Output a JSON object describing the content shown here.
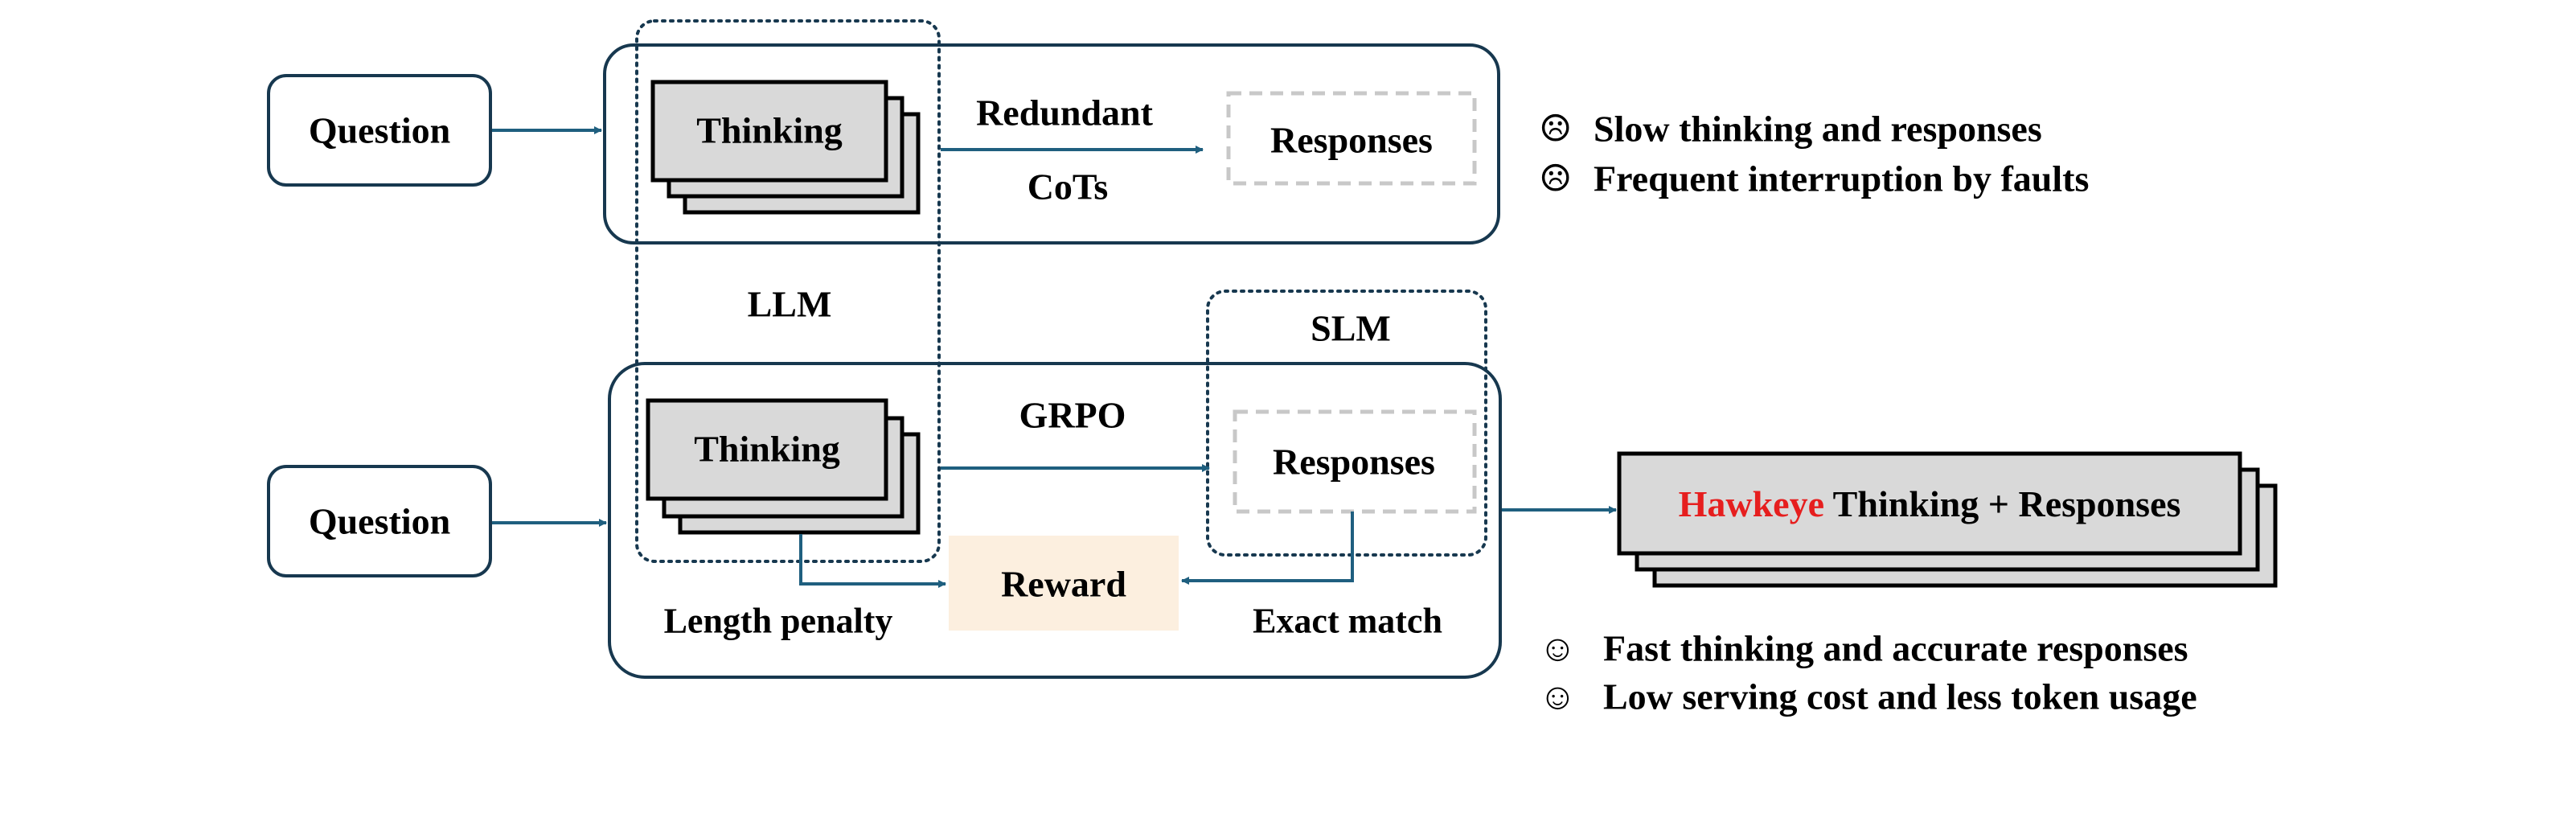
{
  "colors": {
    "arrow": "#1f5f7f",
    "box_border": "#17384f",
    "thinking_fill": "#d9d9d9",
    "reward_fill": "#fcefdf",
    "dashed_border": "#c8c8c8",
    "highlight_red": "#e61e1e"
  },
  "top_row": {
    "question": "Question",
    "thinking": "Thinking",
    "edge_label_line1": "Redundant",
    "edge_label_line2": "CoTs",
    "responses": "Responses",
    "notes": [
      {
        "icon": "sad-face-icon",
        "symbol": "☹",
        "text": "Slow thinking and responses"
      },
      {
        "icon": "sad-face-icon",
        "symbol": "☹",
        "text": "Frequent interruption by faults"
      }
    ]
  },
  "models": {
    "llm": "LLM",
    "slm": "SLM"
  },
  "bottom_row": {
    "question": "Question",
    "thinking": "Thinking",
    "edge_label": "GRPO",
    "responses": "Responses",
    "reward": "Reward",
    "length_penalty": "Length penalty",
    "exact_match": "Exact match"
  },
  "output": {
    "brand": "Hawkeye",
    "rest": " Thinking + Responses"
  },
  "bottom_notes": [
    {
      "icon": "smile-face-icon",
      "symbol": "☺",
      "text": "Fast thinking and accurate responses"
    },
    {
      "icon": "smile-face-icon",
      "symbol": "☺",
      "text": "Low serving cost and less token usage"
    }
  ]
}
